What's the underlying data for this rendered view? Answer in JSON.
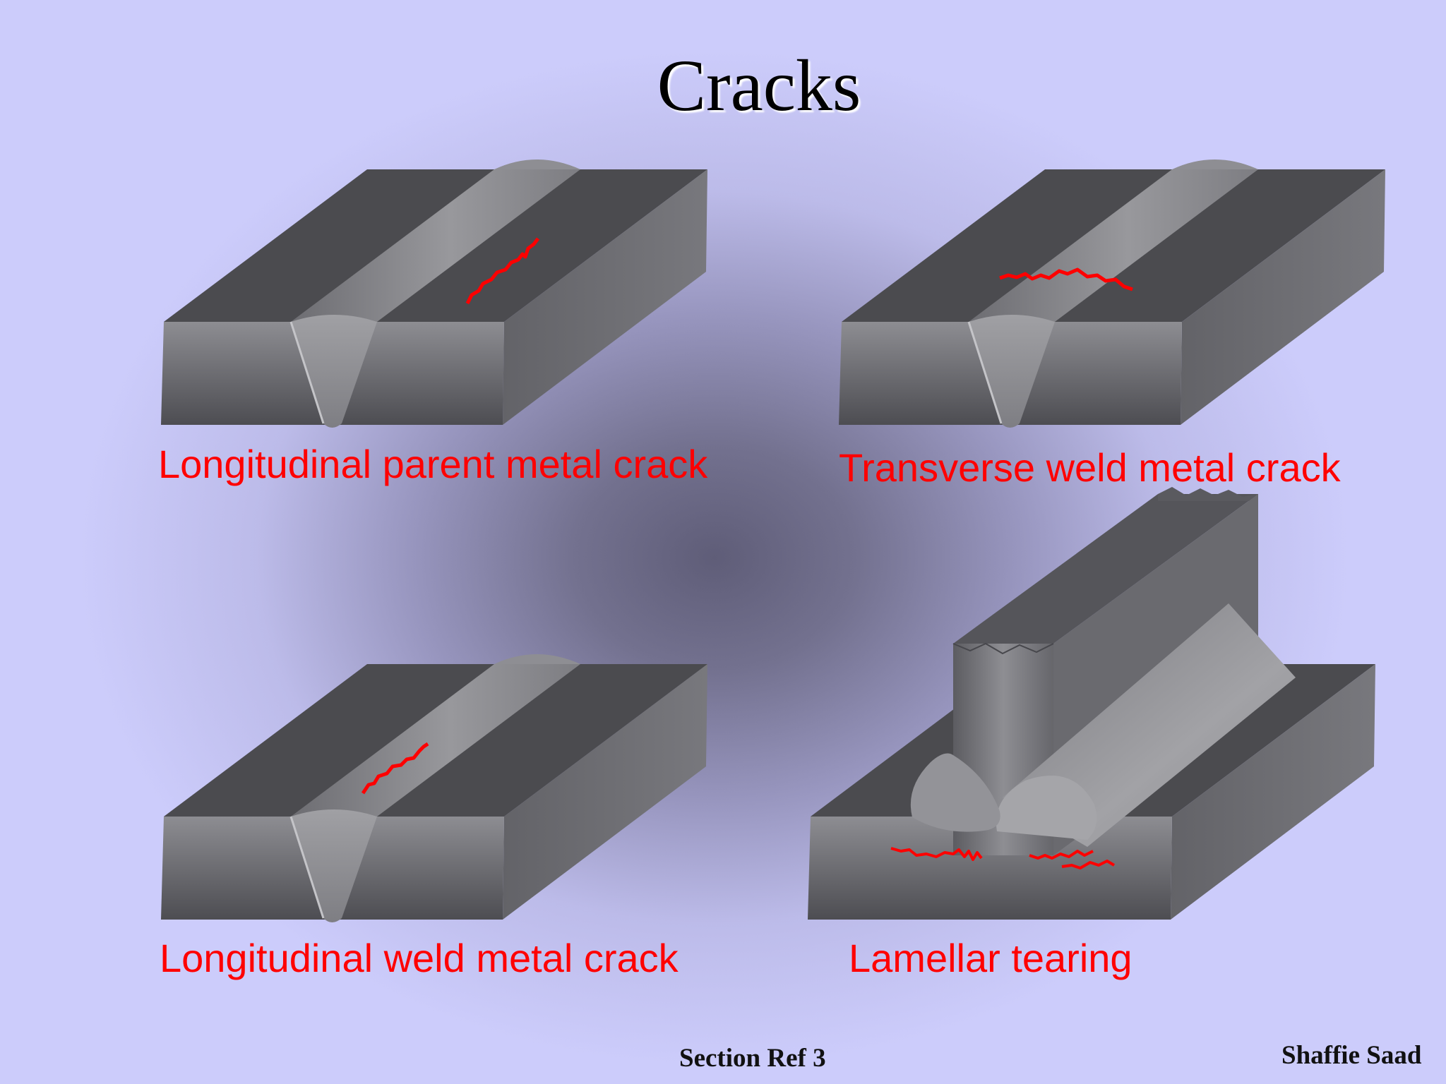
{
  "slide": {
    "title": "Cracks",
    "diagrams": [
      {
        "caption": "Longitudinal parent metal crack"
      },
      {
        "caption": "Transverse weld metal crack"
      },
      {
        "caption": "Longitudinal weld metal crack"
      },
      {
        "caption": "Lamellar tearing"
      }
    ],
    "footer": {
      "section": "Section Ref 3",
      "author": "Shaffie Saad"
    }
  },
  "colors": {
    "crack": "#ff0000",
    "steel_top": "#4b4b4f",
    "weld": "#8c8c90"
  }
}
